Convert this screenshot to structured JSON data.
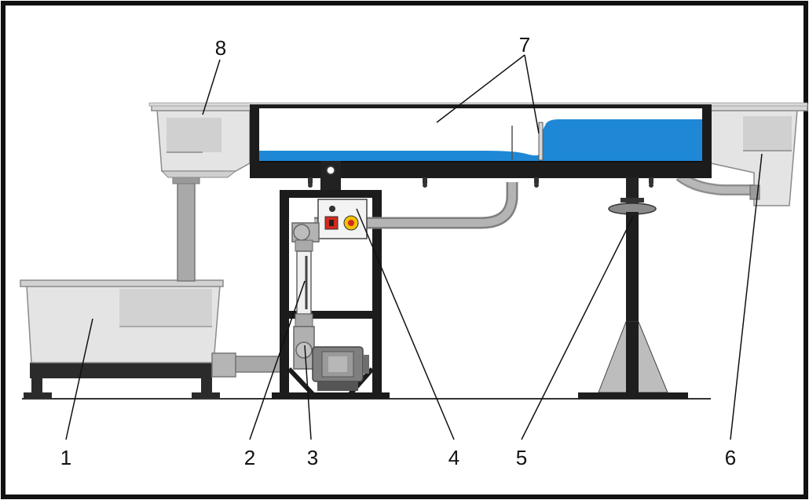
{
  "labels": {
    "l1": "1",
    "l2": "2",
    "l3": "3",
    "l4": "4",
    "l5": "5",
    "l6": "6",
    "l7": "7",
    "l8": "8"
  },
  "colors": {
    "frame": "#111111",
    "water": "#1e88d6",
    "water_light": "#4aa3e8",
    "tank": "#e3e3e3",
    "tank_shadow": "#cfcfcf",
    "pipe": "#a8a8a8",
    "pipe_dark": "#7d7d7d",
    "steel": "#222222",
    "switch_red": "#d42a1e",
    "switch_yellow": "#f2c200"
  }
}
